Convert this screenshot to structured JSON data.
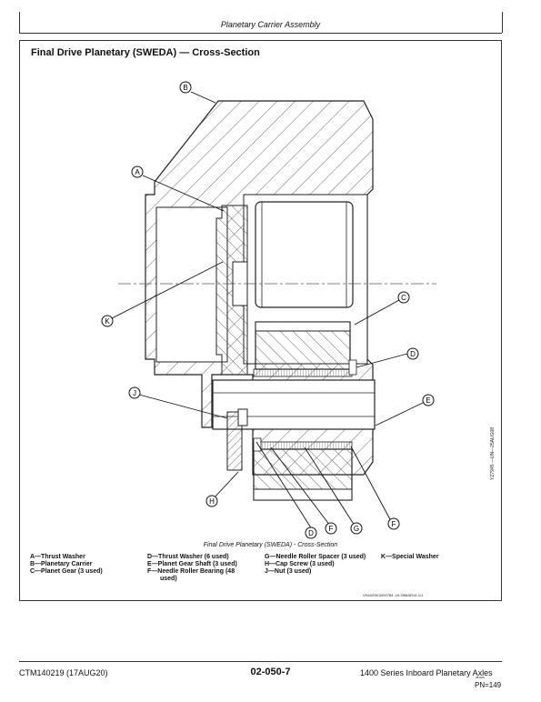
{
  "header": {
    "title": "Planetary Carrier Assembly"
  },
  "section": {
    "title": "Final Drive Planetary (SWEDA) — Cross-Section"
  },
  "figure": {
    "caption": "Final Drive Planetary (SWEDA) - Cross-Section",
    "callouts": [
      "A",
      "B",
      "C",
      "D",
      "E",
      "F",
      "G",
      "H",
      "J",
      "K"
    ],
    "ref_code": "VH40298,0000784 -19-09MAR15-1/1",
    "side_code": "YZ7945 —UN—25AUG08"
  },
  "legend": {
    "col1": [
      "A—Thrust Washer",
      "B—Planetary Carrier",
      "C—Planet Gear (3 used)"
    ],
    "col2": [
      "D—Thrust Washer (6 used)",
      "E—Planet Gear Shaft (3 used)",
      "F—Needle Roller Bearing (48",
      "used)"
    ],
    "col3": [
      "G—Needle Roller Spacer (3 used)",
      "H—Cap Screw (3 used)",
      "J—Nut (3 used)"
    ],
    "col4": [
      "K—Special Washer"
    ]
  },
  "footer": {
    "left": "CTM140219 (17AUG20)",
    "center": "02-050-7",
    "right": "1400 Series Inboard Planetary Axles",
    "right_small": "081920",
    "page": "PN=149"
  }
}
